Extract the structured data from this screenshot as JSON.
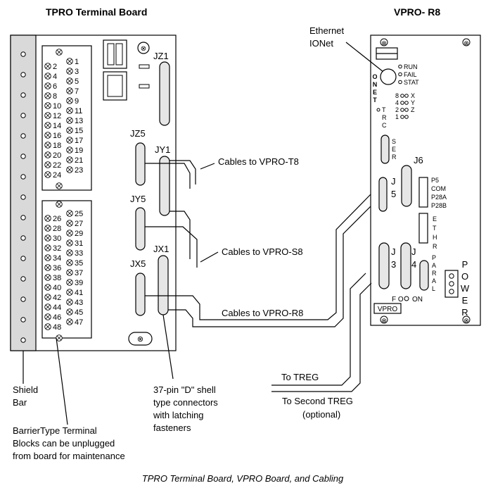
{
  "titles": {
    "tpro": "TPRO Terminal Board",
    "vpro": "VPRO- R8"
  },
  "tpro": {
    "upper_even": [
      "2",
      "4",
      "6",
      "8",
      "10",
      "12",
      "14",
      "16",
      "18",
      "20",
      "22",
      "24"
    ],
    "upper_odd": [
      "1",
      "3",
      "5",
      "7",
      "9",
      "11",
      "13",
      "15",
      "17",
      "19",
      "21",
      "23"
    ],
    "lower_even": [
      "26",
      "28",
      "30",
      "32",
      "34",
      "36",
      "38",
      "40",
      "42",
      "44",
      "46",
      "48"
    ],
    "lower_odd": [
      "25",
      "27",
      "29",
      "31",
      "33",
      "35",
      "37",
      "39",
      "41",
      "43",
      "45",
      "47"
    ],
    "connectors": {
      "jz1": "JZ1",
      "jz5": "JZ5",
      "jy1": "JY1",
      "jy5": "JY5",
      "jx1": "JX1",
      "jx5": "JX5"
    }
  },
  "vpro": {
    "ethernet": "Ethernet",
    "ionet": "IONet",
    "leds": [
      "RUN",
      "FAIL",
      "STAT"
    ],
    "onet_letters": [
      "O",
      "N",
      "E",
      "T"
    ],
    "id_rows": [
      "8",
      "4",
      "2",
      "1"
    ],
    "xyz": [
      "X",
      "Y",
      "Z"
    ],
    "tor_letters": [
      "T",
      "R",
      "C"
    ],
    "ser_letters": [
      "S",
      "E",
      "R"
    ],
    "j5": [
      "J",
      "5"
    ],
    "j6": "J6",
    "j3": [
      "J",
      "3"
    ],
    "j4": [
      "J",
      "4"
    ],
    "p5_labels": [
      "P5",
      "COM",
      "P28A",
      "P28B"
    ],
    "ethr_letters": [
      "E",
      "T",
      "H",
      "R"
    ],
    "paral_letters": [
      "P",
      "A",
      "R",
      "A",
      "L"
    ],
    "power_letters": [
      "P",
      "O",
      "W",
      "E",
      "R"
    ],
    "fo": "F O",
    "on": "ON",
    "badge": "VPRO"
  },
  "callouts": {
    "t8": "Cables to VPRO-T8",
    "s8": "Cables to VPRO-S8",
    "r8": "Cables to VPRO-R8",
    "treg": "To TREG",
    "treg2_line1": "To Second TREG",
    "treg2_line2": "(optional)",
    "shield_line1": "Shield",
    "shield_line2": "Bar",
    "barrier_line1": "BarrierType Terminal",
    "barrier_line2": "Blocks can be unplugged",
    "barrier_line3": "from board for maintenance",
    "dshell_line1": "37-pin \"D\" shell",
    "dshell_line2": "type connectors",
    "dshell_line3": "with latching",
    "dshell_line4": "fasteners"
  },
  "caption": "TPRO Terminal Board, VPRO Board, and Cabling"
}
